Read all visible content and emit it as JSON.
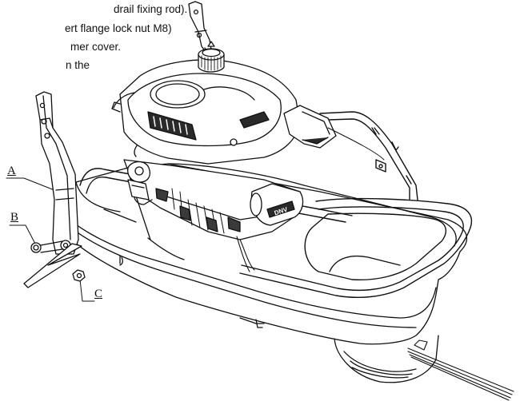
{
  "instructions": {
    "lines": [
      "drail fixing rod).",
      "ert flange lock nut M8)",
      "mer cover.",
      "n the"
    ]
  },
  "callouts": {
    "a": "A",
    "b": "B",
    "c": "C"
  },
  "drawing": {
    "engine_brand": "DNV",
    "line_color": "#111111",
    "fill_color": "#ffffff",
    "shade_color": "#3a3a3a"
  }
}
